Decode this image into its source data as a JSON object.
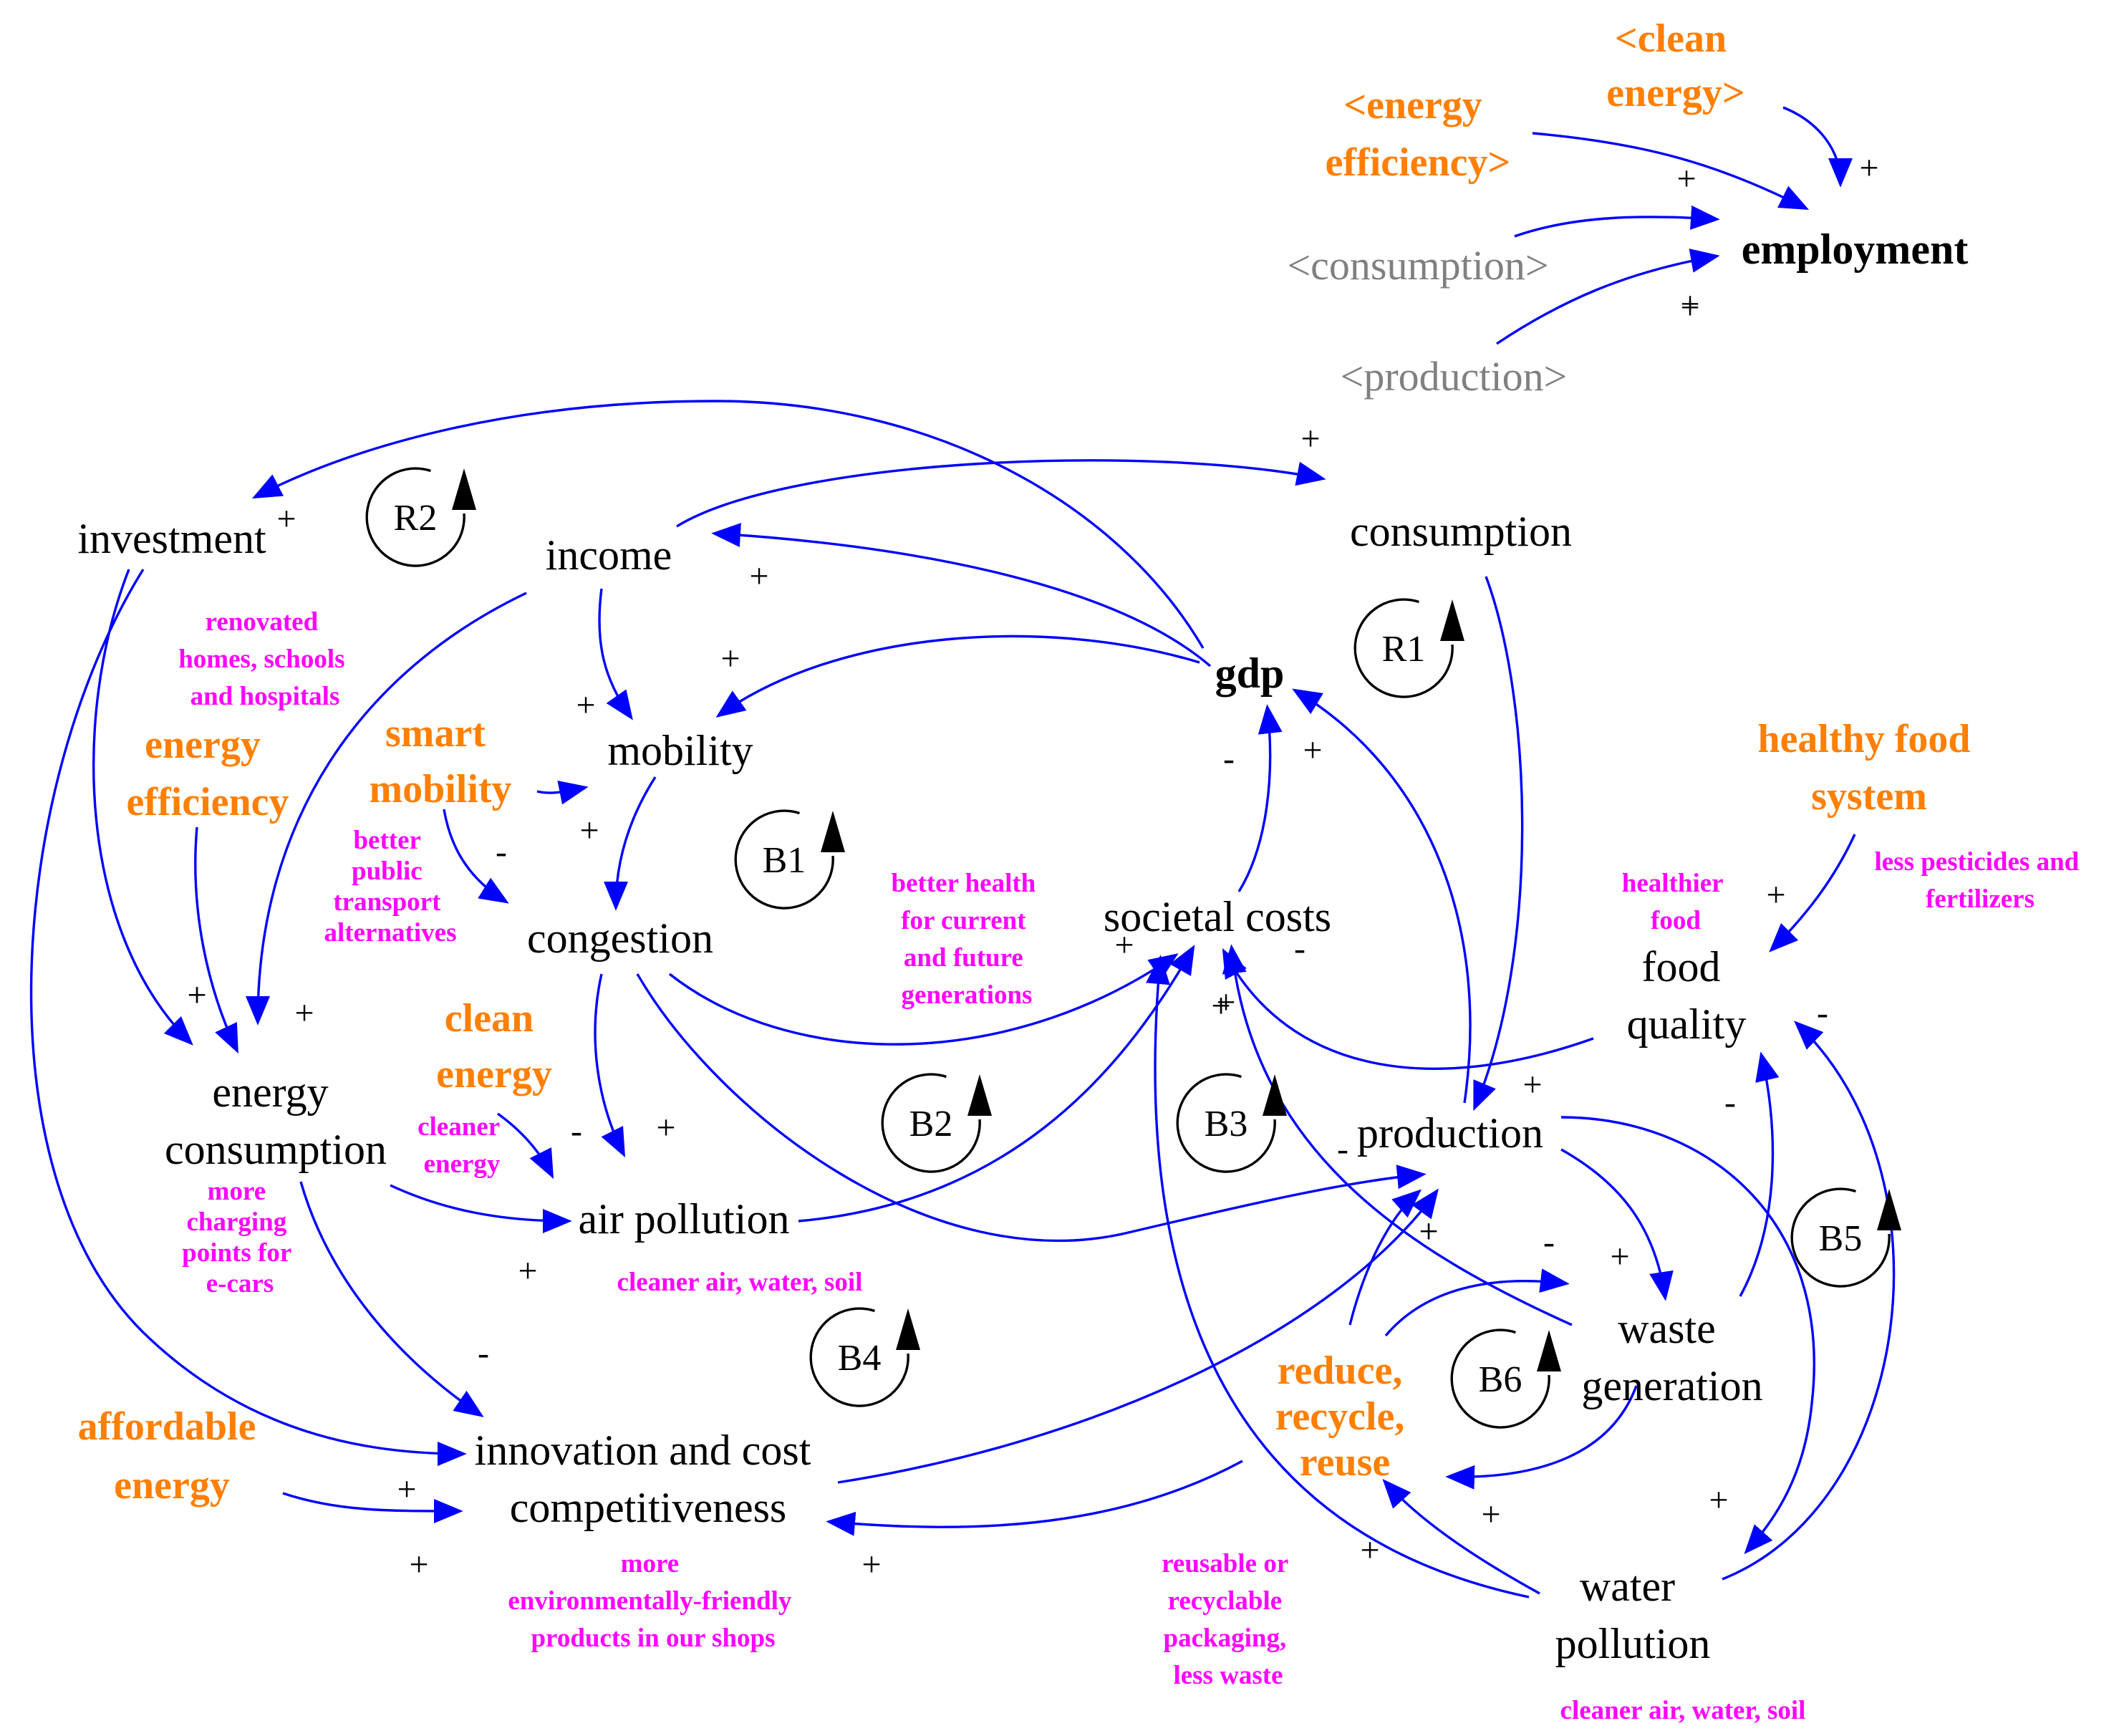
{
  "colors": {
    "edge": "#0000ff",
    "variable": "#000000",
    "shadow_variable": "#808080",
    "policy": "#ff7f00",
    "note": "#ff00ff",
    "loop_marker": "#000000"
  },
  "variables": {
    "employment": "employment",
    "consumption_shadow": "<consumption>",
    "production_shadow": "<production>",
    "investment": "investment",
    "income": "income",
    "consumption": "consumption",
    "gdp": "gdp",
    "mobility": "mobility",
    "congestion": "congestion",
    "societal_costs": "societal costs",
    "energy_consumption": [
      "energy",
      "consumption"
    ],
    "air_pollution": "air pollution",
    "production": "production",
    "food_quality": [
      "food",
      "quality"
    ],
    "waste_generation": [
      "waste",
      "generation"
    ],
    "water_pollution": [
      "water",
      "pollution"
    ],
    "innovation": [
      "innovation and cost",
      "competitiveness"
    ]
  },
  "policies": {
    "clean_energy_shadow": [
      "<clean",
      "energy>"
    ],
    "energy_efficiency_shadow": [
      "<energy",
      "efficiency>"
    ],
    "energy_efficiency": [
      "energy",
      "efficiency"
    ],
    "smart_mobility": [
      "smart",
      "mobility"
    ],
    "clean_energy": [
      "clean",
      "energy"
    ],
    "healthy_food_system": [
      "healthy food",
      "system"
    ],
    "reduce_recycle_reuse": [
      "reduce,",
      "recycle,",
      "reuse"
    ],
    "affordable_energy": [
      "affordable",
      "energy"
    ]
  },
  "notes": {
    "renovated": [
      "renovated",
      "homes, schools",
      "and hospitals"
    ],
    "public_transport": [
      "better",
      "public",
      "transport",
      "alternatives"
    ],
    "better_health": [
      "better health",
      "for current",
      "and future",
      "generations"
    ],
    "cleaner_energy": [
      "cleaner",
      "energy"
    ],
    "charging_points": [
      "more",
      "charging",
      "points for",
      "e-cars"
    ],
    "cleaner_air_1": [
      "cleaner air, water, soil"
    ],
    "healthier_food": [
      "healthier",
      "food"
    ],
    "less_pesticides": [
      "less pesticides and",
      "fertilizers"
    ],
    "eco_products": [
      "more",
      "environmentally-friendly",
      "products in our shops"
    ],
    "reusable_packaging": [
      "reusable or",
      "recyclable",
      "packaging,",
      "less waste"
    ],
    "cleaner_air_2": [
      "cleaner air, water, soil"
    ]
  },
  "loops": [
    "R1",
    "R2",
    "B1",
    "B2",
    "B3",
    "B4",
    "B5",
    "B6"
  ],
  "edges": [
    {
      "from": "clean energy (shadow)",
      "to": "employment",
      "polarity": "+"
    },
    {
      "from": "energy efficiency (shadow)",
      "to": "employment",
      "polarity": "+"
    },
    {
      "from": "consumption (shadow)",
      "to": "employment",
      "polarity": "+"
    },
    {
      "from": "production (shadow)",
      "to": "employment",
      "polarity": "+"
    },
    {
      "from": "gdp",
      "to": "investment",
      "polarity": "+"
    },
    {
      "from": "income",
      "to": "consumption",
      "polarity": "+"
    },
    {
      "from": "gdp",
      "to": "income",
      "polarity": "+"
    },
    {
      "from": "gdp",
      "to": "mobility",
      "polarity": "+"
    },
    {
      "from": "income",
      "to": "mobility",
      "polarity": "+"
    },
    {
      "from": "income",
      "to": "energy consumption",
      "polarity": "+"
    },
    {
      "from": "smart mobility",
      "to": "mobility",
      "polarity": ""
    },
    {
      "from": "smart mobility",
      "to": "congestion",
      "polarity": "-"
    },
    {
      "from": "mobility",
      "to": "congestion",
      "polarity": "+"
    },
    {
      "from": "societal costs",
      "to": "gdp",
      "polarity": "-"
    },
    {
      "from": "production",
      "to": "gdp",
      "polarity": "+"
    },
    {
      "from": "consumption",
      "to": "production",
      "polarity": "+"
    },
    {
      "from": "congestion",
      "to": "societal costs",
      "polarity": "+"
    },
    {
      "from": "congestion",
      "to": "air pollution",
      "polarity": "+"
    },
    {
      "from": "congestion",
      "to": "production",
      "polarity": "-"
    },
    {
      "from": "air pollution",
      "to": "societal costs",
      "polarity": "+"
    },
    {
      "from": "food quality",
      "to": "societal costs",
      "polarity": "-"
    },
    {
      "from": "waste generation",
      "to": "societal costs",
      "polarity": "+"
    },
    {
      "from": "water pollution",
      "to": "societal costs",
      "polarity": "+"
    },
    {
      "from": "healthy food system",
      "to": "food quality",
      "polarity": "+"
    },
    {
      "from": "waste generation",
      "to": "food quality",
      "polarity": "-"
    },
    {
      "from": "water pollution",
      "to": "food quality",
      "polarity": "-"
    },
    {
      "from": "investment",
      "to": "energy consumption",
      "polarity": "+"
    },
    {
      "from": "energy efficiency",
      "to": "energy consumption",
      "polarity": "+"
    },
    {
      "from": "investment",
      "to": "innovation",
      "polarity": "+"
    },
    {
      "from": "energy consumption",
      "to": "air pollution",
      "polarity": "+"
    },
    {
      "from": "clean energy",
      "to": "air pollution",
      "polarity": "-"
    },
    {
      "from": "energy consumption",
      "to": "innovation",
      "polarity": "-"
    },
    {
      "from": "affordable energy",
      "to": "innovation",
      "polarity": "+"
    },
    {
      "from": "innovation",
      "to": "production",
      "polarity": "+"
    },
    {
      "from": "reduce recycle reuse",
      "to": "innovation",
      "polarity": "+"
    },
    {
      "from": "production",
      "to": "waste generation",
      "polarity": "+"
    },
    {
      "from": "production",
      "to": "water pollution",
      "polarity": "+"
    },
    {
      "from": "reduce recycle reuse",
      "to": "production",
      "polarity": "+"
    },
    {
      "from": "reduce recycle reuse",
      "to": "waste generation",
      "polarity": "-"
    },
    {
      "from": "waste generation",
      "to": "reduce recycle reuse",
      "polarity": "+"
    },
    {
      "from": "water pollution",
      "to": "reduce recycle reuse",
      "polarity": "+"
    }
  ]
}
